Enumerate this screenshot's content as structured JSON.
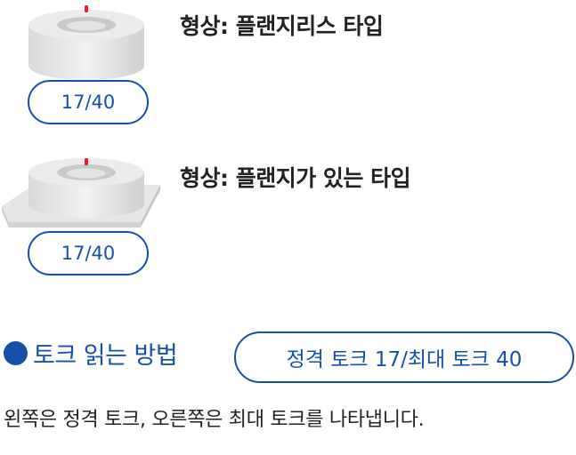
{
  "items": [
    {
      "torque_label": "17/40",
      "shape_title": "형상: 플랜지리스 타입"
    },
    {
      "torque_label": "17/40",
      "shape_title": "형상: 플랜지가 있는 타입"
    }
  ],
  "section": {
    "heading": "토크 읽는 방법",
    "reading_label": "정격 토크 17/최대 토크 40",
    "description": "왼쪽은 정격 토크, 오른쪽은 최대 토크를 나타냅니다."
  },
  "colors": {
    "accent": "#1650a8",
    "text": "#222222",
    "indicator": "#e0202a"
  }
}
